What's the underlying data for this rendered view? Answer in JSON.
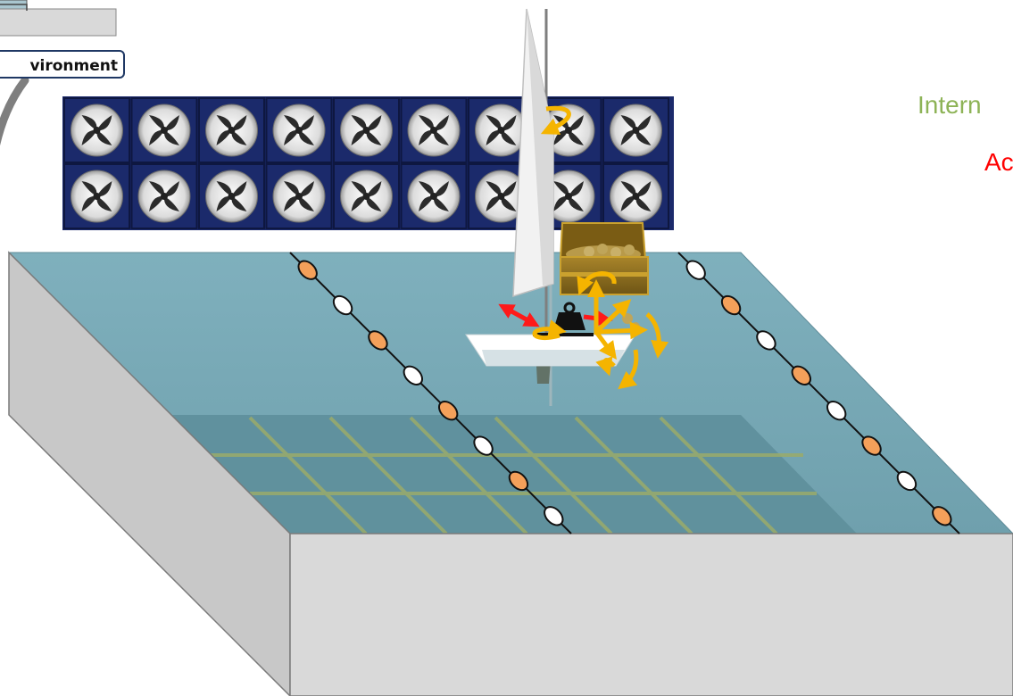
{
  "environment": {
    "label": "vironment"
  },
  "legend": {
    "internal": {
      "text": "Intern",
      "color": "#8db356"
    },
    "active": {
      "text": "Ac",
      "color": "#ff0000"
    }
  },
  "colors": {
    "water": "#7aa8b5",
    "fan_panel": "#1b2a6b",
    "tank_wall": "#d9d9d9",
    "buoy_orange": "#f4a05a",
    "arrow_yellow": "#f5b400",
    "arrow_red": "#ff1a1a"
  },
  "icons": [
    "fan-icon",
    "sailboat-icon",
    "treasure-chest-icon",
    "weight-icon",
    "buoy-icon"
  ]
}
